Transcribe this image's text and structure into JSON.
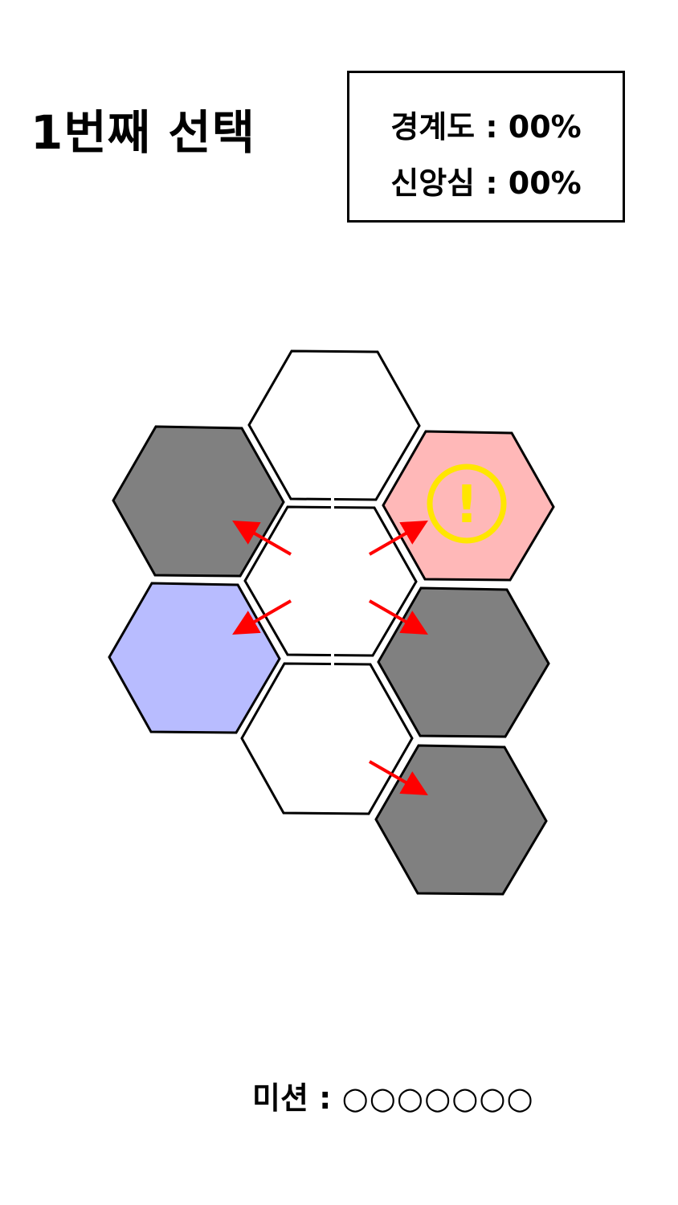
{
  "game": {
    "turn_label": "1번째 선택"
  },
  "stats": {
    "alert": {
      "label": "경계도",
      "separator": ":",
      "value": "00%"
    },
    "faith": {
      "label": "신앙심",
      "separator": ":",
      "value": "00%"
    }
  },
  "board": {
    "colors": {
      "empty": "#ffffff",
      "blocked": "#808080",
      "danger": "#ffb8b8",
      "selected": "#b8bcff",
      "arrow": "#ff0000",
      "warning_icon": "#ffe600"
    },
    "tiles": [
      {
        "id": "top-center",
        "state": "empty"
      },
      {
        "id": "upper-left",
        "state": "blocked"
      },
      {
        "id": "upper-right",
        "state": "danger",
        "icon": "warning-icon"
      },
      {
        "id": "center",
        "state": "empty"
      },
      {
        "id": "lower-left",
        "state": "selected"
      },
      {
        "id": "lower-right",
        "state": "blocked"
      },
      {
        "id": "bottom-center",
        "state": "empty"
      },
      {
        "id": "bottom-right",
        "state": "blocked"
      }
    ],
    "warning_glyph": "!"
  },
  "mission": {
    "label": "미션",
    "separator": ":",
    "progress": "○○○○○○○"
  }
}
